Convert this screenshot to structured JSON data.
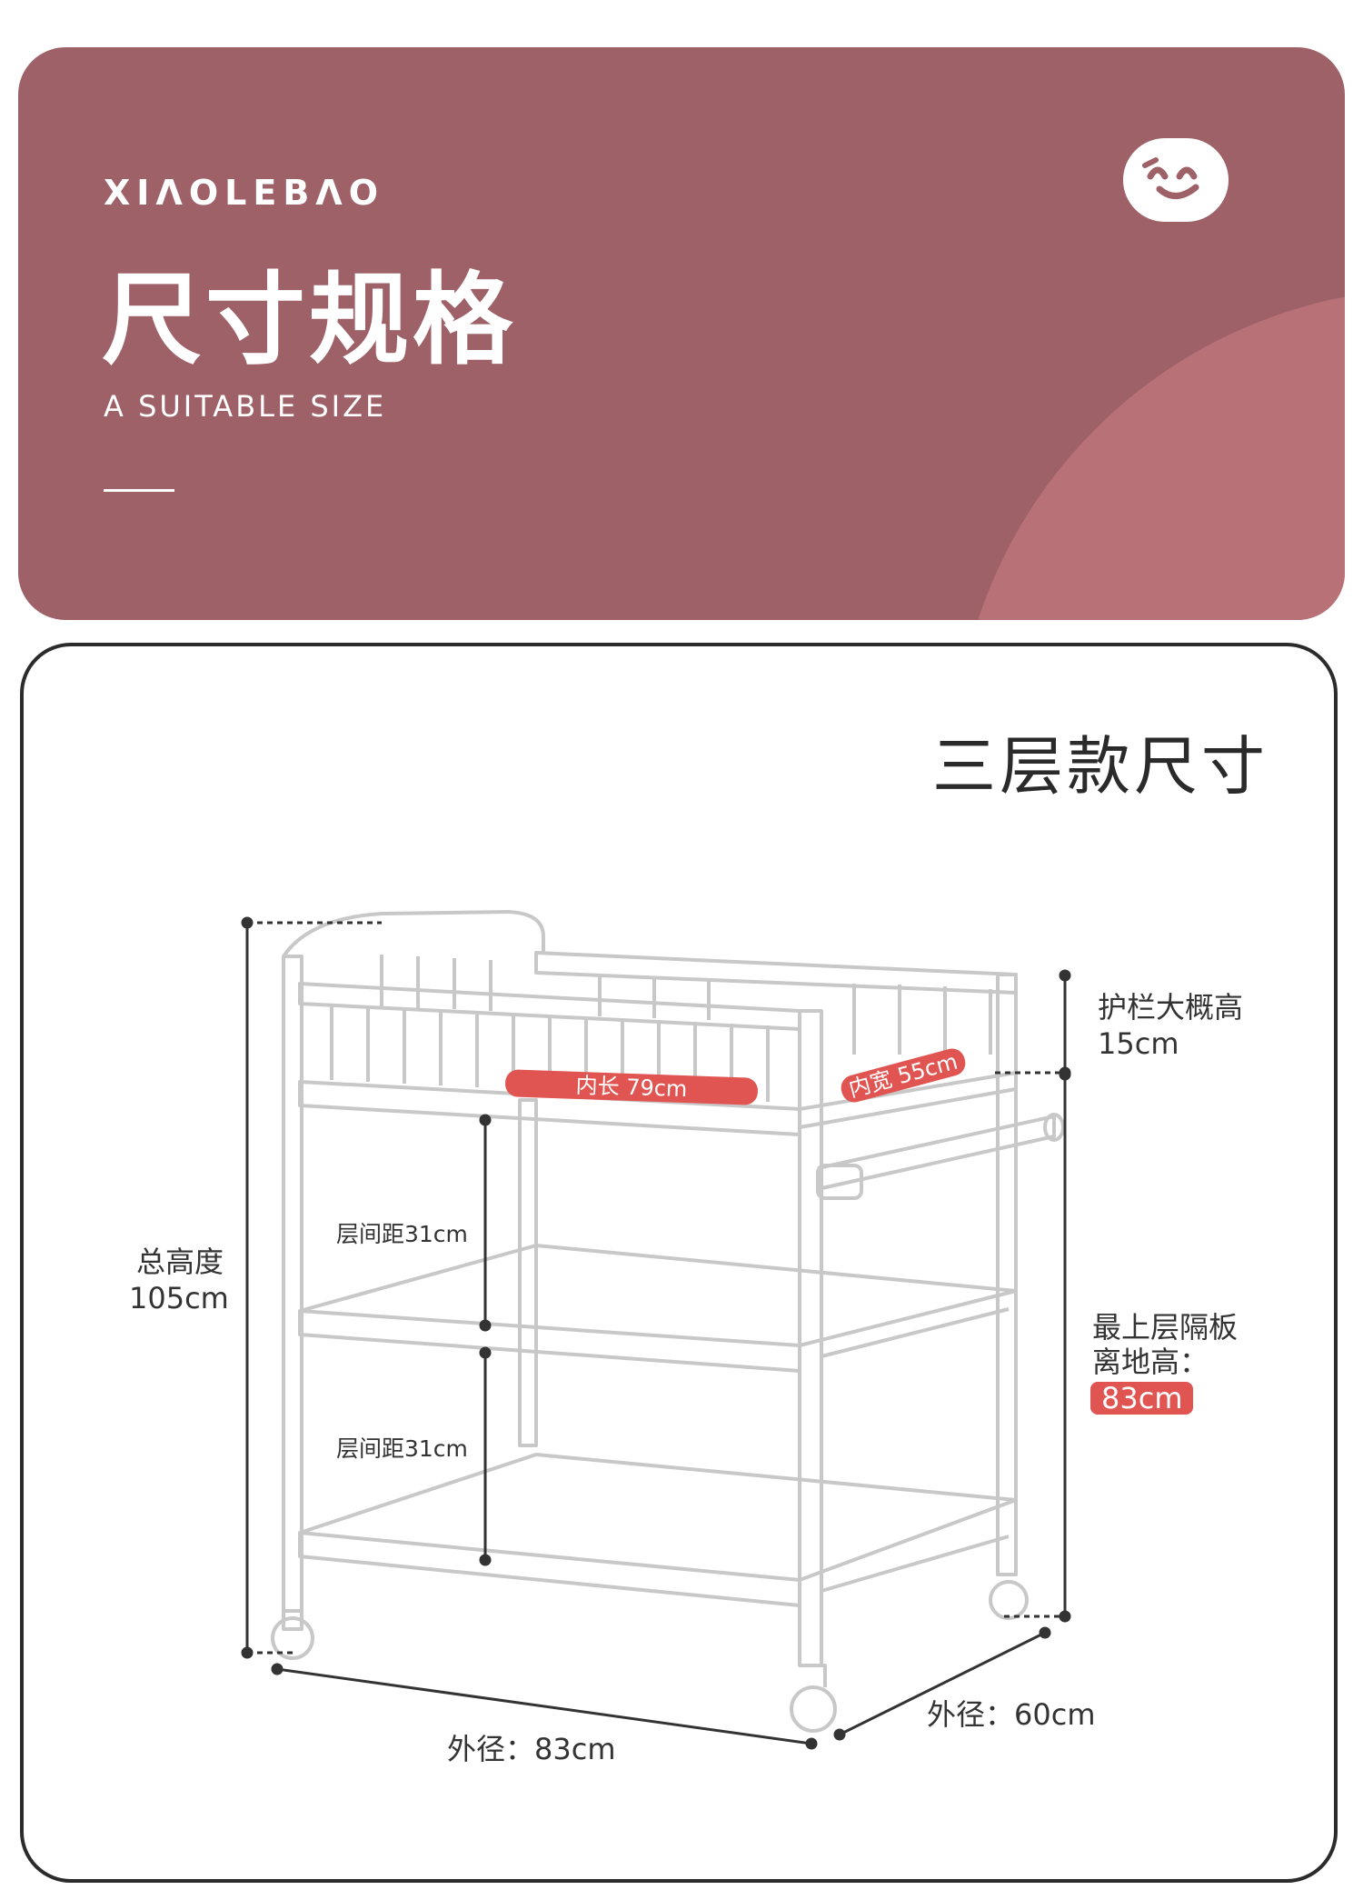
{
  "header": {
    "brand": "XIΛOLEBΛO",
    "logo_icon": "smiley-face-icon",
    "title": "尺寸规格",
    "subtitle": "A SUITABLE SIZE"
  },
  "panel": {
    "variant_title": "三层款尺寸"
  },
  "dimensions": {
    "total_height_label": "总高度",
    "total_height_value": "105cm",
    "shelf_gap_1": "层间距31cm",
    "shelf_gap_2": "层间距31cm",
    "inner_length": "内长 79cm",
    "inner_width": "内宽 55cm",
    "rail_height_label": "护栏大概高",
    "rail_height_value": "15cm",
    "top_shelf_label_line1": "最上层隔板",
    "top_shelf_label_line2": "离地高：",
    "top_shelf_value": "83cm",
    "outer_length": "外径：83cm",
    "outer_width": "外径：60cm"
  },
  "colors": {
    "header_bg": "#9e6168",
    "header_arc": "#b87177",
    "accent_red": "#e05552",
    "outline": "#c8c8c8",
    "text": "#333333"
  }
}
